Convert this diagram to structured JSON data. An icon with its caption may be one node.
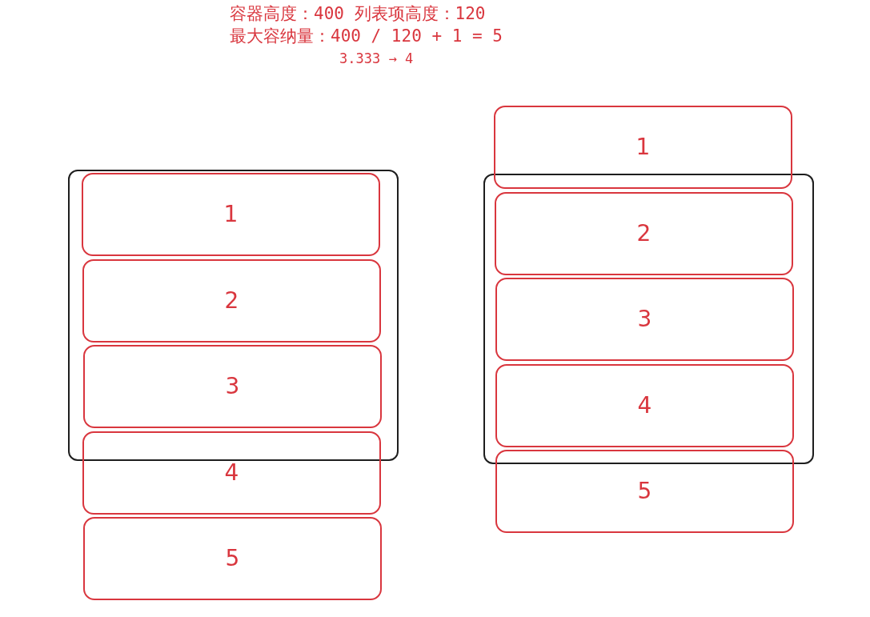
{
  "diagram": {
    "nodes": [
      {
        "text": [],
        "shape": "box"
      },
      {
        "text": [
          "1"
        ],
        "in": 0
      },
      {
        "text": [
          "2"
        ],
        "in": 0
      },
      {
        "text": [
          "3"
        ],
        "in": 0
      },
      {
        "text": [
          "4"
        ]
      },
      {
        "text": [
          "5"
        ]
      },
      {
        "text": [],
        "shape": "box"
      },
      {
        "text": [
          "1"
        ]
      },
      {
        "text": [
          "2"
        ],
        "in": 6
      },
      {
        "text": [
          "3"
        ],
        "in": 6
      },
      {
        "text": [
          "4"
        ],
        "in": 6
      },
      {
        "text": [
          "5"
        ]
      }
    ],
    "labels": [
      "容器高度：400 列表项高度：120",
      "最大容纳量：400 / 120 + 1 = 5",
      "3.333 → 4"
    ]
  }
}
